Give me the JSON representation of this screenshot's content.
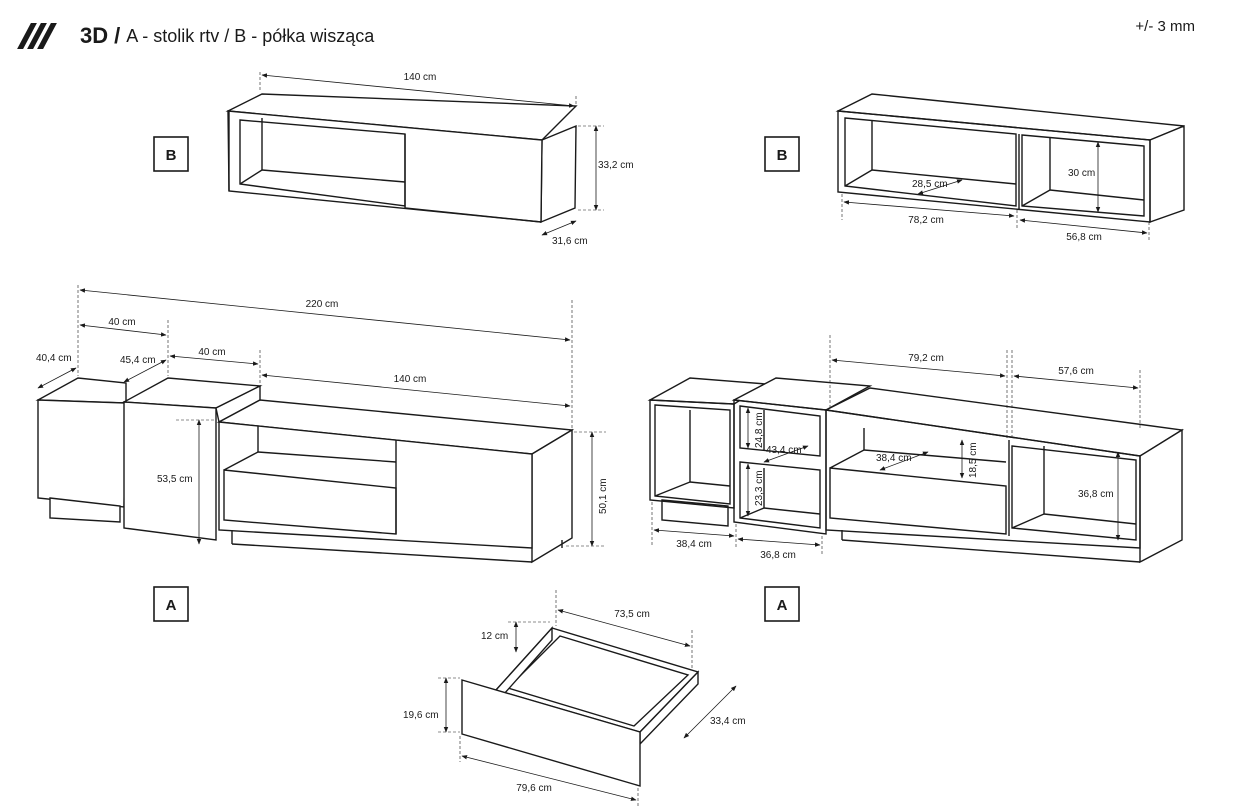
{
  "header": {
    "title_main": "3D",
    "title_sep": "/",
    "title_sub": "A - stolik rtv  /  B - półka wisząca",
    "tolerance": "+/- 3 mm"
  },
  "labels": {
    "b": "B",
    "a": "A"
  },
  "dimensions": {
    "b_left": {
      "width": "140 cm",
      "height": "33,2 cm",
      "depth": "31,6 cm"
    },
    "b_right": {
      "inner_depth": "28,5 cm",
      "left_width": "78,2 cm",
      "inner_height": "30 cm",
      "right_width": "56,8 cm"
    },
    "a_left": {
      "total": "220 cm",
      "top_offset": "40 cm",
      "depth1": "40,4 cm",
      "depth2": "45,4 cm",
      "mid_width": "40 cm",
      "main_width": "140 cm",
      "block_height": "53,5 cm",
      "main_height": "50,1 cm"
    },
    "a_right": {
      "left_mid": "79,2 cm",
      "right_mid": "57,6 cm",
      "upper_inner": "24,8 cm",
      "inner_depth": "43,4 cm",
      "lower_inner": "23,3 cm",
      "drawer_depth": "38,4 cm",
      "drawer_height": "18,5 cm",
      "right_inner": "36,8 cm",
      "bottom_left": "38,4 cm",
      "bottom_mid": "36,8 cm"
    },
    "drawer": {
      "length": "73,5 cm",
      "inner_height": "12 cm",
      "front_height": "19,6 cm",
      "depth": "33,4 cm",
      "front_width": "79,6 cm"
    }
  }
}
